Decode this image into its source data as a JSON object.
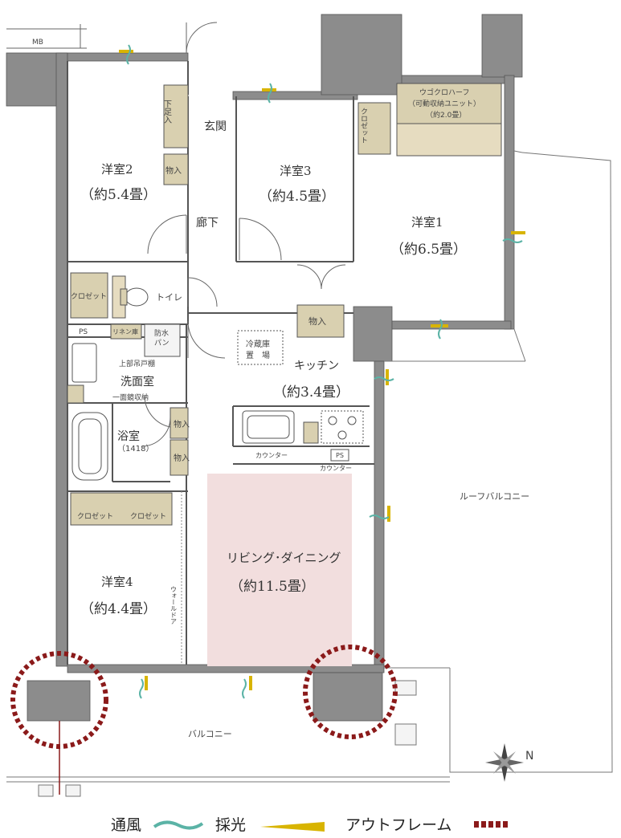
{
  "colors": {
    "wall": "#8c8c8c",
    "wall_outline": "#555555",
    "closet": "#d9d0b0",
    "living_highlight": "#f2dede",
    "ventilation": "#5bb3a6",
    "daylight": "#d8b400",
    "outframe": "#8b1a1a"
  },
  "labels": {
    "mb": "MB",
    "room2_name": "洋室2",
    "room2_size": "（約5.4畳）",
    "room3_name": "洋室3",
    "room3_size": "（約4.5畳）",
    "room1_name": "洋室1",
    "room1_size": "（約6.5畳）",
    "room4_name": "洋室4",
    "room4_size": "（約4.4畳）",
    "entrance": "玄関",
    "corridor": "廊下",
    "shoe_box": "下足入",
    "storage": "物入",
    "closet": "クロゼット",
    "ugokuro_1": "ウゴクロハーフ",
    "ugokuro_2": "（可動収納ユニット）",
    "ugokuro_3": "（約2.0畳）",
    "toilet": "トイレ",
    "ps": "PS",
    "linen": "リネン庫",
    "waterproof_pan_1": "防水",
    "waterproof_pan_2": "パン",
    "upper_cabinet": "上部吊戸棚",
    "washroom": "洗面室",
    "mirror_storage": "一面鏡収納",
    "bathroom": "浴室",
    "bath_size": "（1418）",
    "fridge_1": "冷蔵庫",
    "fridge_2": "置　場",
    "kitchen_name": "キッチン",
    "kitchen_size": "（約3.4畳）",
    "counter": "カウンター",
    "living_name": "リビング･ダイニング",
    "living_size": "（約11.5畳）",
    "wall_door": "ウォールドア",
    "roof_balcony": "ルーフバルコニー",
    "balcony": "バルコニー",
    "north": "N"
  },
  "legend": [
    {
      "label": "通風",
      "icon": "ventilation-wave-icon"
    },
    {
      "label": "採光",
      "icon": "daylight-wedge-icon"
    },
    {
      "label": "アウトフレーム",
      "icon": "outframe-dots-icon"
    }
  ]
}
